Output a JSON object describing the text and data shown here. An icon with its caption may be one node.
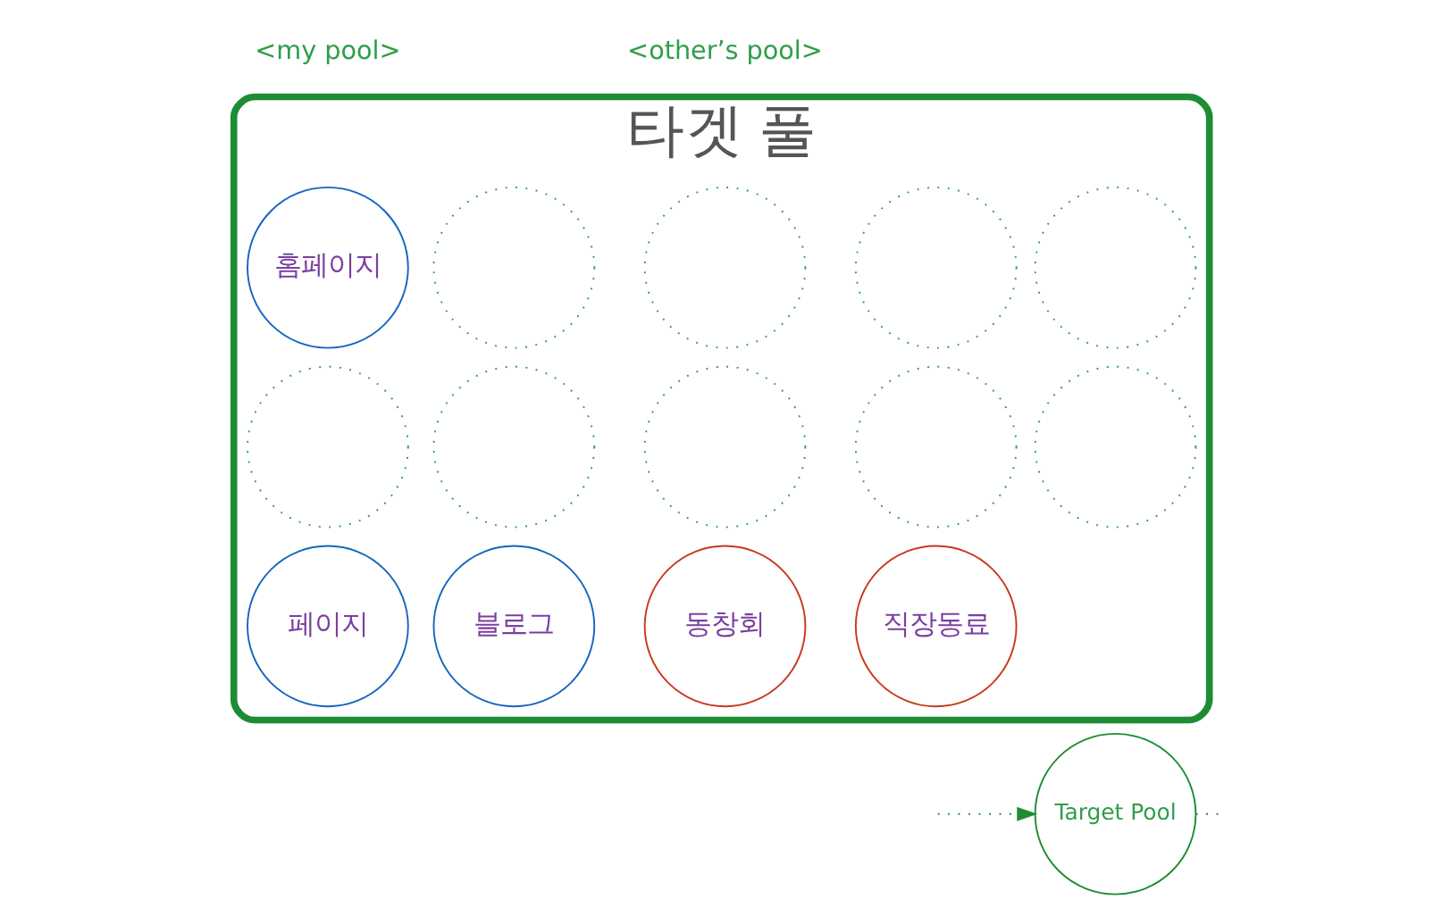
{
  "diagram": {
    "nodes": [
      {
        "text": [
          "타겟 풀"
        ]
      },
      {
        "text": [
          "페이지"
        ],
        "in": 0
      },
      {
        "text": [
          "블로그"
        ],
        "in": 0
      },
      {
        "text": [
          "동창회"
        ],
        "in": 0
      },
      {
        "text": [
          "직장동료"
        ],
        "in": 0
      },
      {
        "text": [
          "Target Pool"
        ]
      },
      {
        "text": [
          "홈페이지"
        ],
        "in": 0
      },
      {
        "text": [],
        "shape": "circle",
        "in": 0
      },
      {
        "text": [],
        "shape": "circle",
        "in": 0
      },
      {
        "text": [],
        "shape": "circle",
        "in": 0
      },
      {
        "text": [],
        "shape": "circle",
        "in": 0
      },
      {
        "text": [],
        "shape": "circle",
        "in": 0
      },
      {
        "text": [],
        "shape": "circle",
        "in": 0
      },
      {
        "text": [],
        "shape": "circle",
        "in": 0
      },
      {
        "text": [],
        "shape": "circle",
        "in": 0
      },
      {
        "text": [],
        "shape": "circle",
        "in": 0
      }
    ],
    "edges": [
      {
        "from": null,
        "to": 5,
        "arrow": "to",
        "style": "dashed",
        "color": "#1e8c34"
      },
      {
        "from": 5,
        "to": null,
        "arrow": "none",
        "style": "dashed",
        "color": "#1e8c34"
      }
    ],
    "labels": [
      "<my pool>",
      "<other’s pool>"
    ]
  }
}
